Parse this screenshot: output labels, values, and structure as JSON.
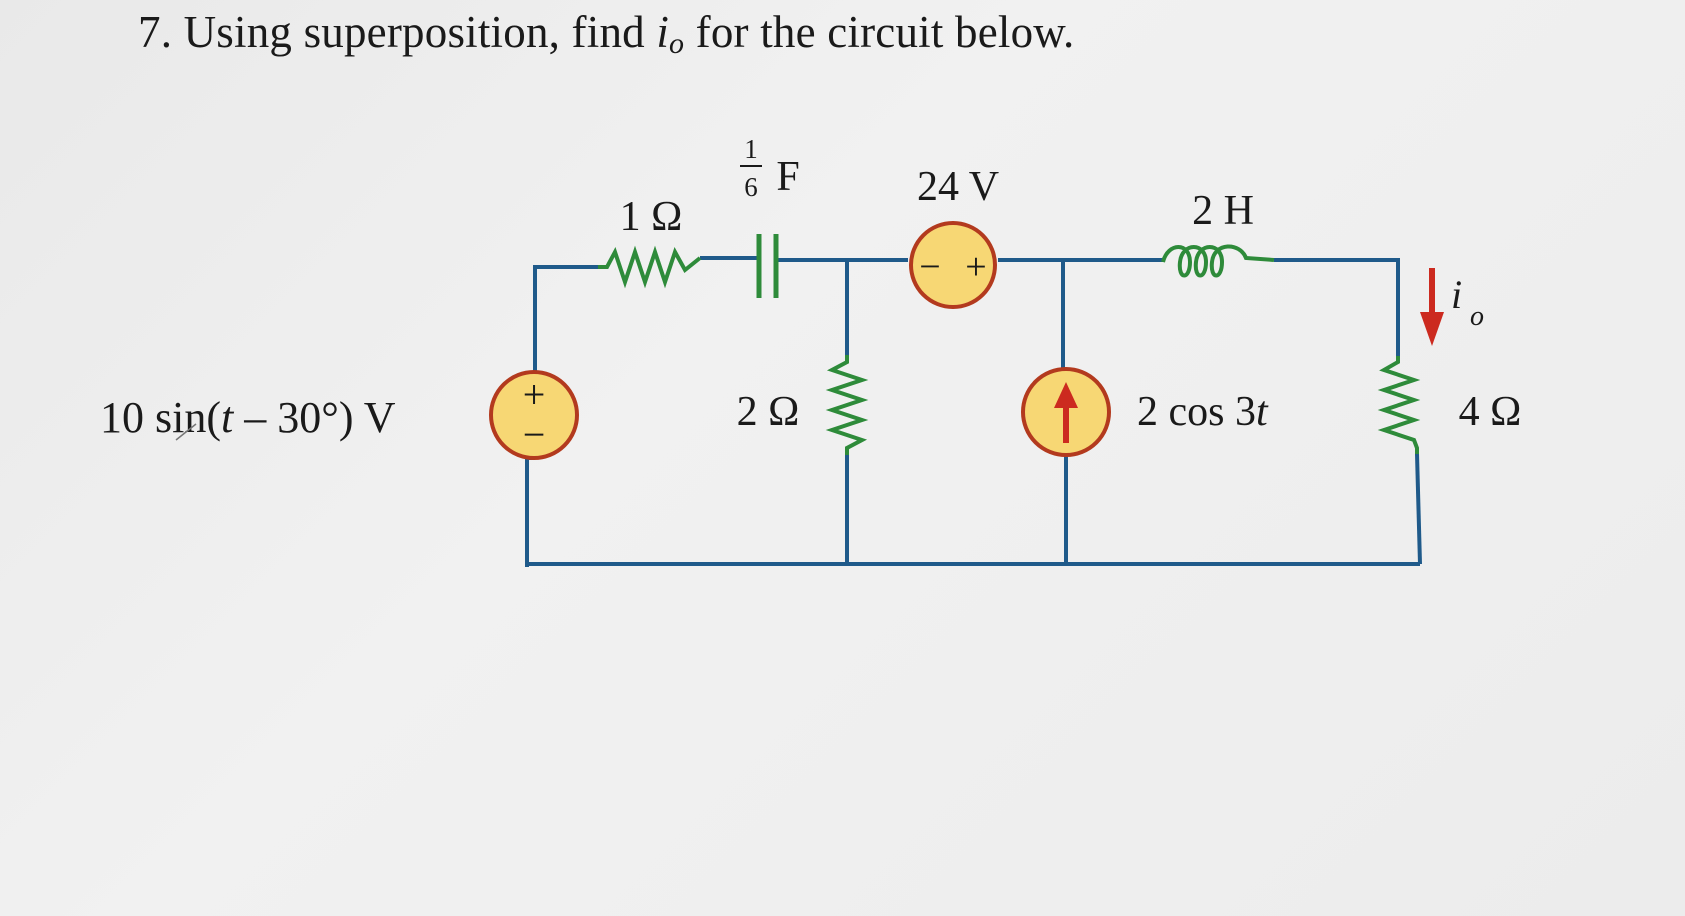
{
  "problem": {
    "number": "7.",
    "text_before": "Using superposition, find",
    "variable": "i",
    "variable_sub": "o",
    "text_after": "for the circuit below."
  },
  "components": {
    "r1": {
      "label": "1 Ω"
    },
    "capacitor": {
      "num": "1",
      "den": "6",
      "unit": "F"
    },
    "v_dc": {
      "label": "24 V",
      "minus": "−",
      "plus": "+"
    },
    "inductor": {
      "label": "2 H"
    },
    "v_ac": {
      "label_pre": "10 s",
      "label_i": "i",
      "label_mid": "n(",
      "label_t": "t",
      "label_post": " – 30°) V",
      "plus": "+",
      "minus": "−"
    },
    "r2": {
      "label": "2 Ω"
    },
    "i_src": {
      "label_pre": "2 cos 3",
      "label_t": "t"
    },
    "r4": {
      "label": "4 Ω"
    },
    "current": {
      "symbol": "i",
      "sub": "o"
    }
  },
  "colors": {
    "wire": "#1f5a8a",
    "resistor": "#2e8b3a",
    "capacitor": "#2e8b3a",
    "inductor": "#2e8b3a",
    "source_fill": "#f7d774",
    "source_stroke": "#b33a1e",
    "arrow": "#cc2a1f"
  }
}
